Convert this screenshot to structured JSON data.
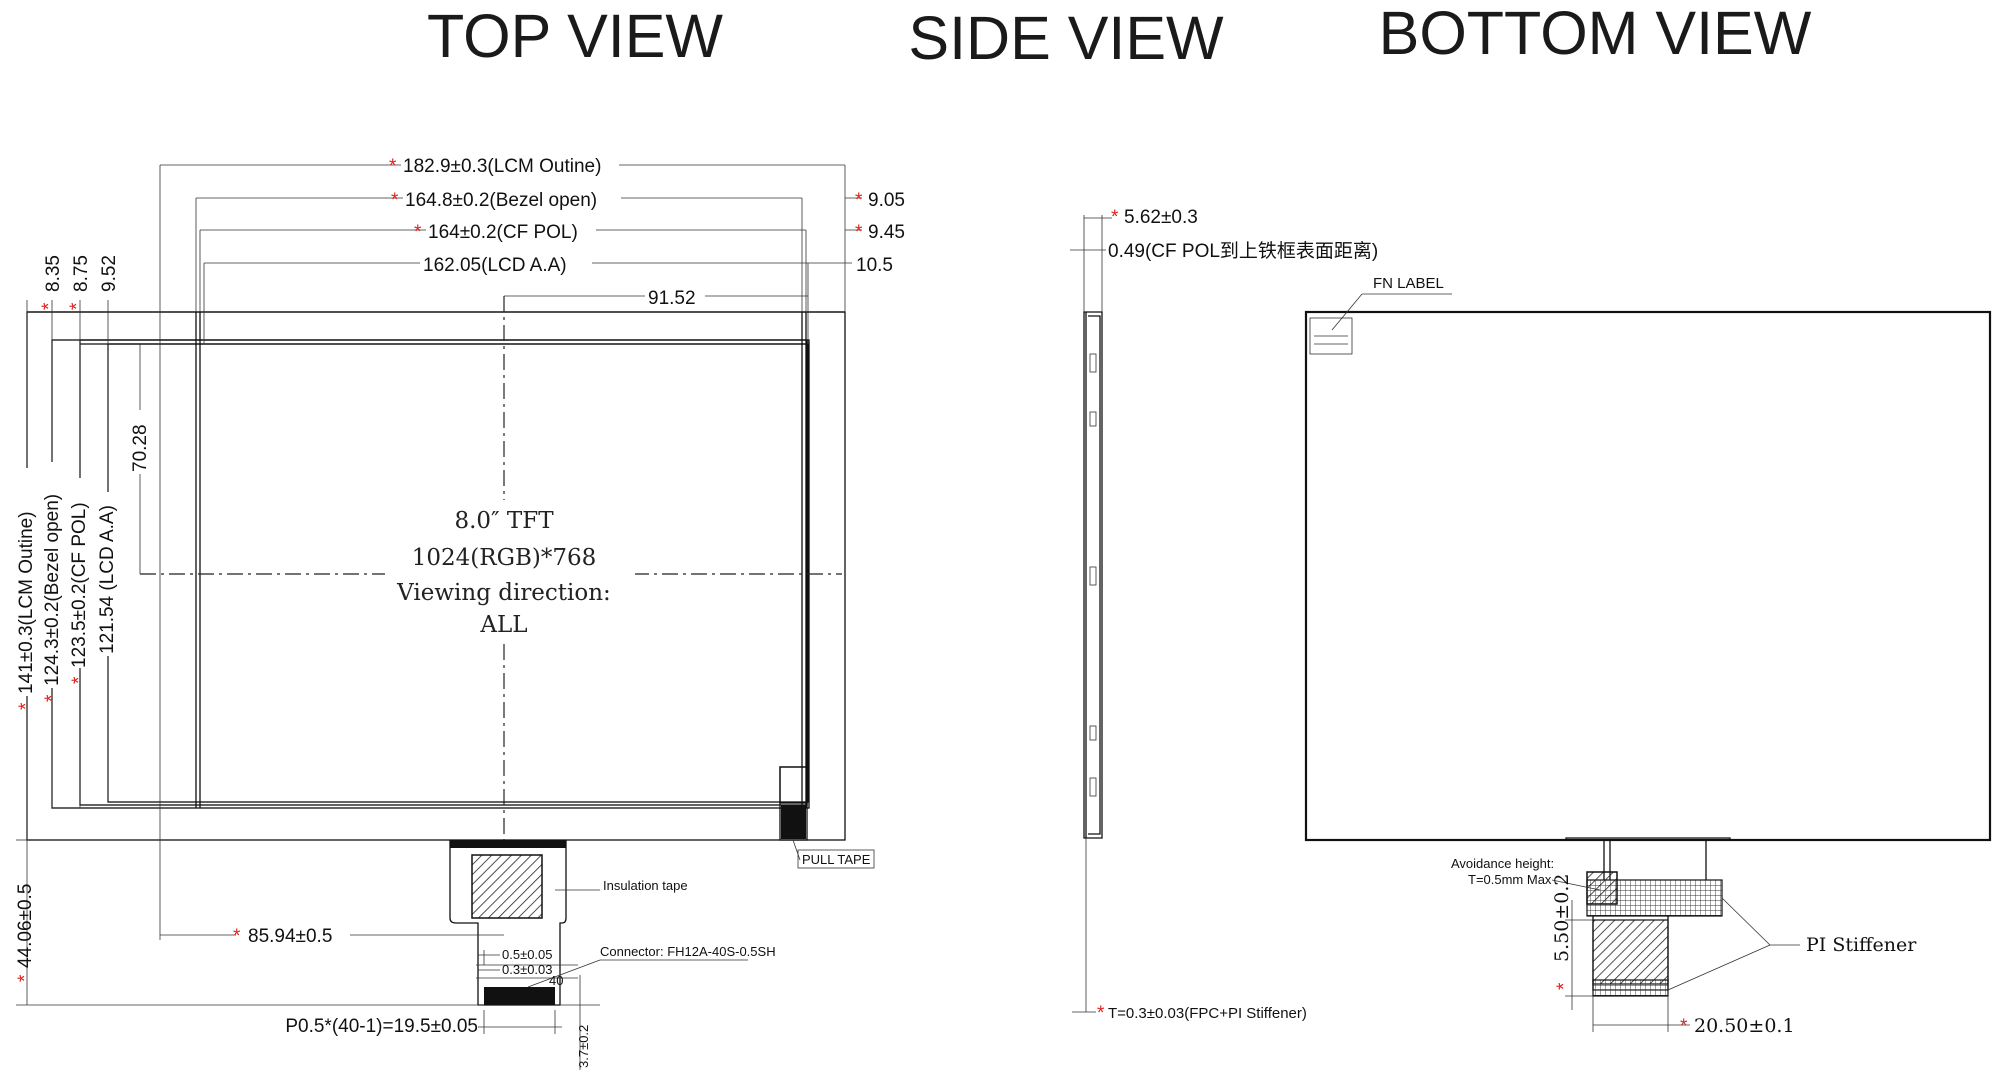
{
  "titles": {
    "top": "TOP VIEW",
    "side": "SIDE VIEW",
    "bottom": "BOTTOM VIEW"
  },
  "colors": {
    "line": "#111111",
    "star": "#e02020"
  },
  "star_symbol": "*",
  "top_view": {
    "dims": {
      "lcm_outline_w": "182.9±0.3(LCM Outine)",
      "bezel_open_w": "164.8±0.2(Bezel open)",
      "cf_pol_w": "164±0.2(CF POL)",
      "lcd_aa_w": "162.05(LCD A.A)",
      "center_x": "91.52",
      "right_905": "9.05",
      "right_945": "9.45",
      "right_105": "10.5",
      "top_835": "8.35",
      "top_875": "8.75",
      "top_952": "9.52",
      "center_y": "70.28",
      "lcm_outline_h": "141±0.3(LCM Outine)",
      "bezel_open_h": "124.3±0.2(Bezel open)",
      "cf_pol_h": "123.5±0.2(CF POL)",
      "lcd_aa_h": "121.54 (LCD A.A)",
      "fpc_len": "44.06±0.5",
      "fpc_offset": "85.94±0.5",
      "pitch": "P0.5*(40-1)=19.5±0.05",
      "fpc_end": "3.7±0.2",
      "t_005": "0.5±0.05",
      "t_003": "0.3±0.03"
    },
    "center_text": {
      "line1": "8.0″ TFT",
      "line2": "1024(RGB)*768",
      "line3": "Viewing direction:",
      "line4": "ALL"
    },
    "labels": {
      "insulation": "Insulation tape",
      "connector": "Connector: FH12A-40S-0.5SH",
      "pull_tape": "PULL TAPE"
    }
  },
  "side_view": {
    "thickness": "5.62±0.3",
    "cf_pol_gap": "0.49(CF POL到上铁框表面距离)",
    "fpc_thickness": "T=0.3±0.03(FPC+PI Stiffener)"
  },
  "bottom_view": {
    "fn_label": "FN LABEL",
    "avoidance_1": "Avoidance height:",
    "avoidance_2": "T=0.5mm Max",
    "pi_stiffener": "PI Stiffener",
    "stiffener_h": "5.50±0.2",
    "stiffener_w": "20.50±0.1"
  }
}
